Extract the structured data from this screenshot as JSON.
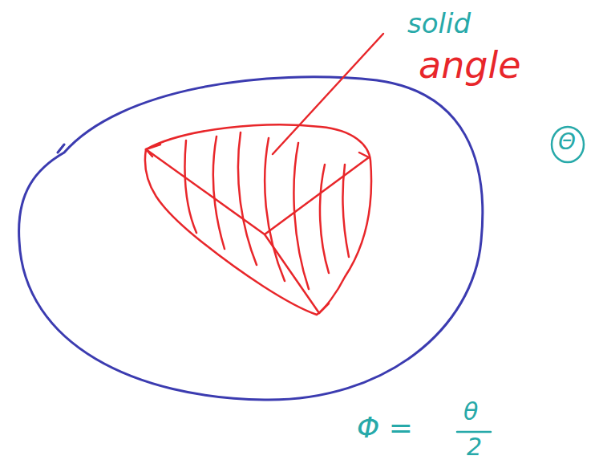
{
  "diagram": {
    "labels": [
      "solid",
      "angle",
      "Θ",
      "Φ =",
      "θ",
      "2"
    ]
  }
}
